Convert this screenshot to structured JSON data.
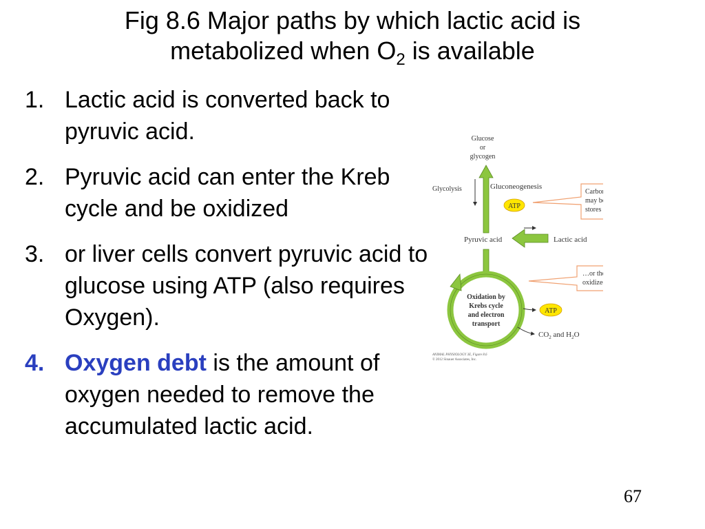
{
  "slide": {
    "title_line1": "Fig 8.6  Major paths by which lactic acid is",
    "title_line2_prefix": "metabolized when O",
    "title_sub": "2",
    "title_line2_suffix": " is available",
    "page_number": "67"
  },
  "list": {
    "items": [
      {
        "num": "1.",
        "text": "Lactic acid is converted back to pyruvic acid."
      },
      {
        "num": "2.",
        "text": "Pyruvic acid can enter the Kreb cycle and be oxidized"
      },
      {
        "num": "3.",
        "text": "or liver cells convert pyruvic acid to glucose using ATP (also requires Oxygen)."
      },
      {
        "num": "4.",
        "emph": "Oxygen debt",
        "text": " is the amount of oxygen needed to remove the accumulated lactic acid."
      }
    ]
  },
  "figure": {
    "glucose_1": "Glucose",
    "glucose_2": "or",
    "glucose_3": "glycogen",
    "glycolysis": "Glycolysis",
    "gluconeogenesis": "Gluconeogenesis",
    "atp": "ATP",
    "pyruvic": "Pyruvic acid",
    "lactic": "Lactic acid",
    "oxid_1": "Oxidation by",
    "oxid_2": "Krebs cycle",
    "oxid_3": "and electron",
    "oxid_4": "transport",
    "co2_1": "CO",
    "co2_sub": "2",
    "co2_2": " and H",
    "h2o_sub": "2",
    "co2_3": "O",
    "callout1_1": "Carbon chains from lactic acid",
    "callout1_2": "may be used to rebuild",
    "callout1_3": "stores of carbohydrates…",
    "callout2_1": "…or they may be",
    "callout2_2": "oxidized.",
    "credit_1": "ANIMAL PHYSIOLOGY 3E, Figure 8.6",
    "credit_2": "© 2012 Sinauer Associates, Inc.",
    "colors": {
      "arrow_green": "#8cc63f",
      "atp_yellow": "#ffe600",
      "callout_border": "#f0a070"
    }
  }
}
